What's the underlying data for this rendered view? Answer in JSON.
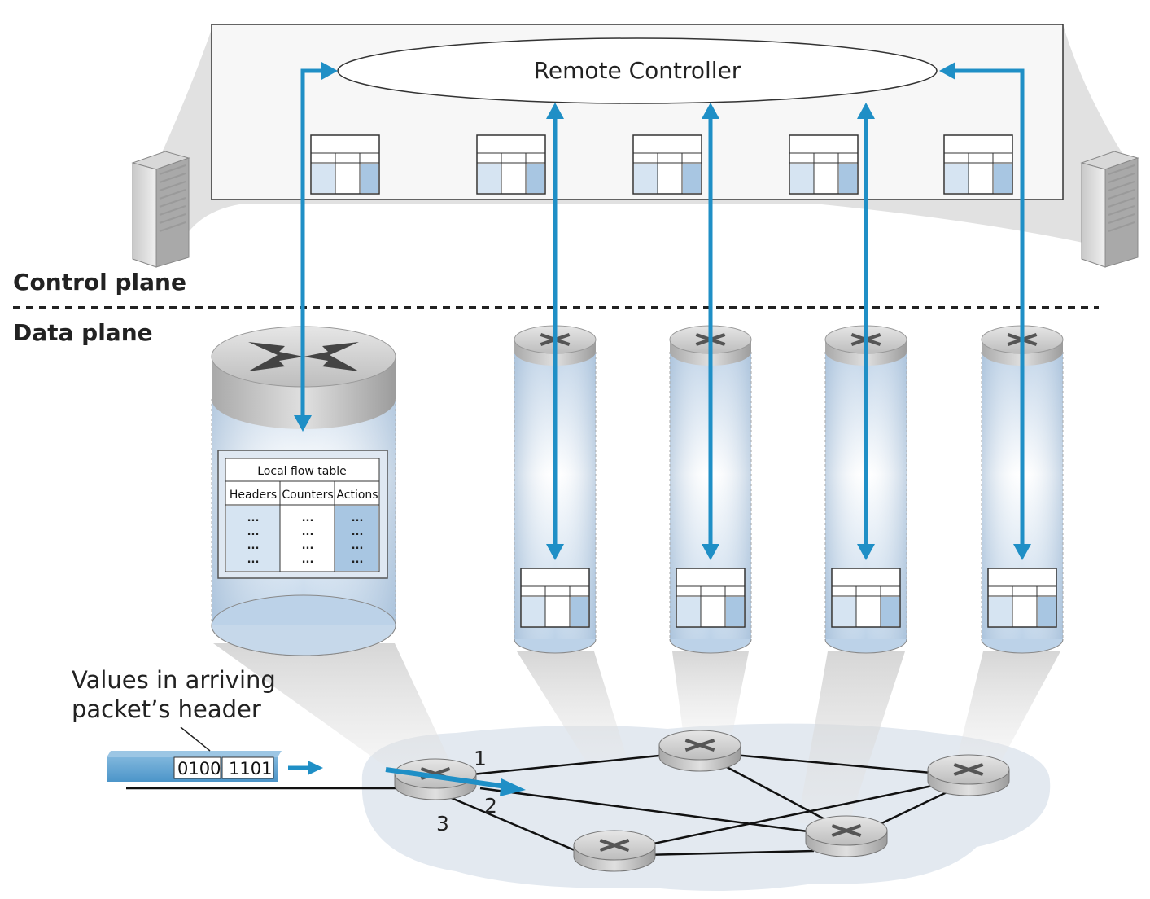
{
  "labels": {
    "remote_controller": "Remote Controller",
    "control_plane": "Control plane",
    "data_plane": "Data plane",
    "arriving_line1": "Values in arriving",
    "arriving_line2": "packet’s header"
  },
  "flow_table": {
    "title": "Local flow table",
    "headers": [
      "Headers",
      "Counters",
      "Actions"
    ],
    "ellipsis": "..."
  },
  "packet": {
    "bits": [
      "0100",
      "1101"
    ]
  },
  "ports": [
    "1",
    "2",
    "3"
  ],
  "icons": {
    "server": "server-icon",
    "router": "router-icon",
    "arrow": "double-arrow-icon"
  },
  "colors": {
    "arrow_blue": "#1f8fc6",
    "table_light": "#d6e4f2",
    "table_dark": "#a8c6e2",
    "cloud": "#e3e9f0"
  }
}
